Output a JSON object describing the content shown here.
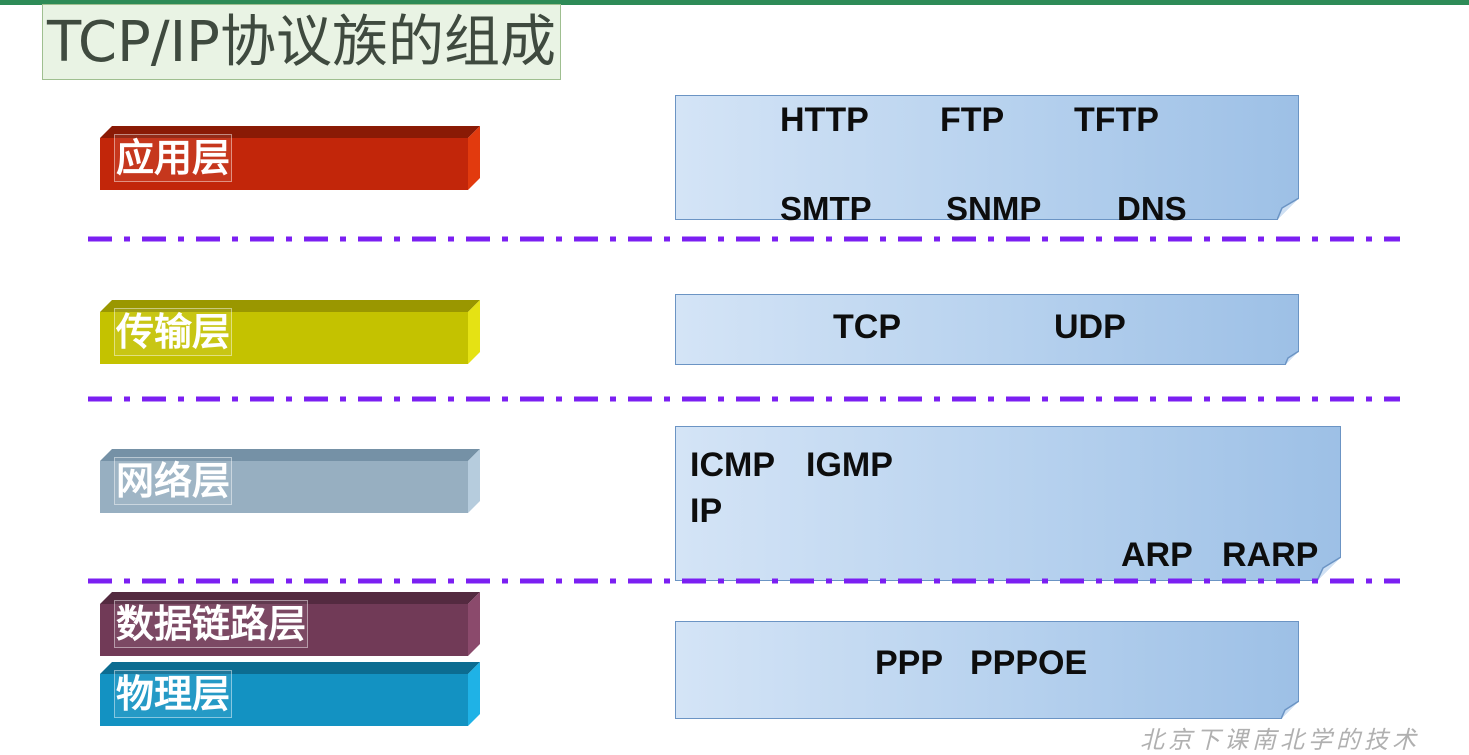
{
  "title": "TCP/IP协议族的组成",
  "layers": [
    {
      "label": "应用层",
      "front": "#c2260a",
      "top": "#8a1a05",
      "side": "#e23a0e"
    },
    {
      "label": "传输层",
      "front": "#c4c200",
      "top": "#9a9700",
      "side": "#e5e214"
    },
    {
      "label": "网络层",
      "front": "#97afc1",
      "top": "#7591a6",
      "side": "#b6ccdd"
    },
    {
      "label": "数据链路层",
      "front": "#713a57",
      "top": "#542a40",
      "side": "#8b4a6c"
    },
    {
      "label": "物理层",
      "front": "#1392c2",
      "top": "#0c6c91",
      "side": "#1fb2e6"
    }
  ],
  "protocols": {
    "application": {
      "row1": [
        "HTTP",
        "FTP",
        "TFTP"
      ],
      "row2": [
        "SMTP",
        "SNMP",
        "DNS"
      ]
    },
    "transport": [
      "TCP",
      "UDP"
    ],
    "network": {
      "row1": [
        "ICMP",
        "IGMP"
      ],
      "row2": "IP",
      "row3": [
        "ARP",
        "RARP"
      ]
    },
    "link": [
      "PPP",
      "PPPOE"
    ]
  },
  "colors": {
    "divider": "#7b1ff2",
    "box_border": "#6b94c4"
  },
  "watermark": "北京下课南北学的技术"
}
